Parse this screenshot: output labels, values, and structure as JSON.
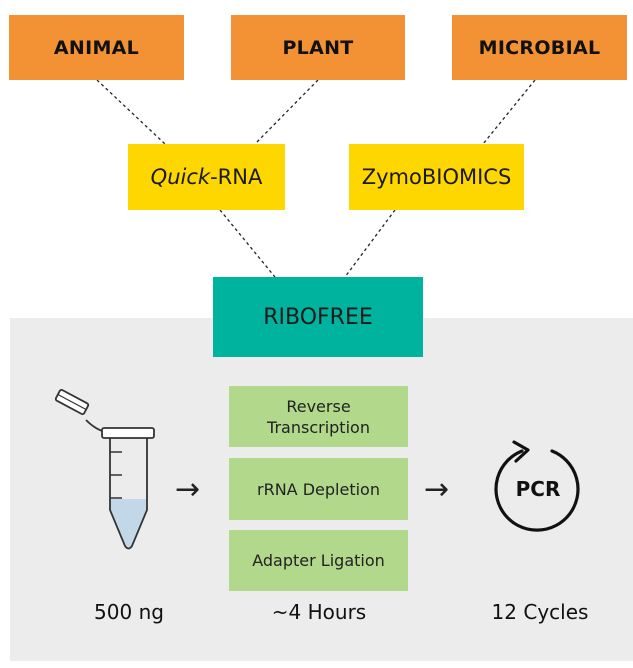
{
  "sources": [
    "ANIMAL",
    "PLANT",
    "MICROBIAL"
  ],
  "kits": {
    "quick_rna": {
      "prefix": "Quick",
      "suffix": "-RNA"
    },
    "zymobiomics": "ZymoBIOMICS"
  },
  "center": "RIBOFREE",
  "steps": [
    {
      "lines": [
        "Reverse",
        "Transcription"
      ]
    },
    {
      "lines": [
        "rRNA Depletion"
      ]
    },
    {
      "lines": [
        "Adapter Ligation"
      ]
    }
  ],
  "arrows": [
    "→",
    "→"
  ],
  "pcr_label": "PCR",
  "captions": {
    "input": "500 ng",
    "time": "~4 Hours",
    "cycles": "12 Cycles"
  },
  "colors": {
    "orange": "#f39234",
    "yellow": "#fed600",
    "teal": "#00b39e",
    "green": "#b1d88b",
    "panel": "#ececec"
  }
}
